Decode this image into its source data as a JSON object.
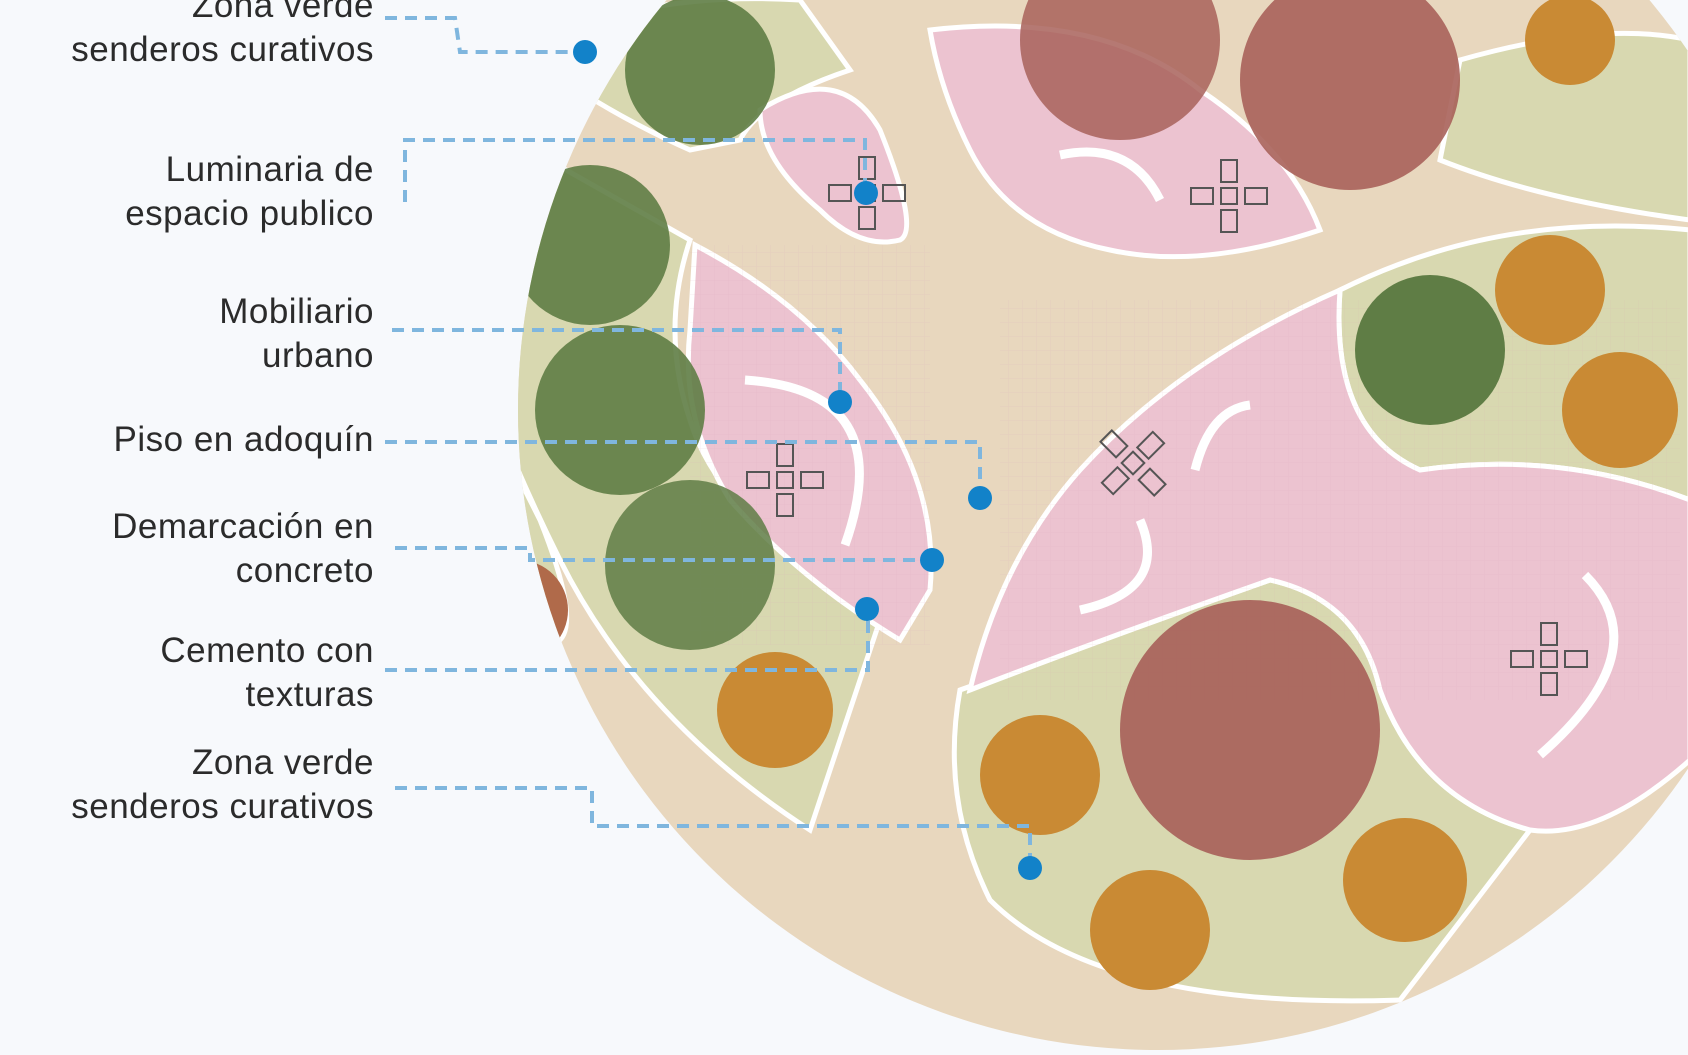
{
  "labels": [
    {
      "id": "green-top",
      "line1": "Zona verde",
      "line2": "senderos curativos"
    },
    {
      "id": "luminaria",
      "line1": "Luminaria de",
      "line2": "espacio publico"
    },
    {
      "id": "mobiliario",
      "line1": "Mobiliario",
      "line2": "urbano"
    },
    {
      "id": "adoquin",
      "line1": "Piso en adoquín",
      "line2": ""
    },
    {
      "id": "demarcacion",
      "line1": "Demarcación en",
      "line2": "concreto"
    },
    {
      "id": "cemento",
      "line1": "Cemento con",
      "line2": "texturas"
    },
    {
      "id": "green-bottom",
      "line1": "Zona verde",
      "line2": "senderos curativos"
    }
  ],
  "colors": {
    "background": "#f7f9fc",
    "sand": "#e8d7be",
    "grass": "#d8d8b0",
    "pink_paving": "#ecc3d0",
    "leader_line": "#7fb6de",
    "marker": "#1282c9",
    "tree_green": "#5f7d45",
    "tree_orange": "#c98a34",
    "tree_red": "#a8625a",
    "outline": "#ffffff"
  }
}
